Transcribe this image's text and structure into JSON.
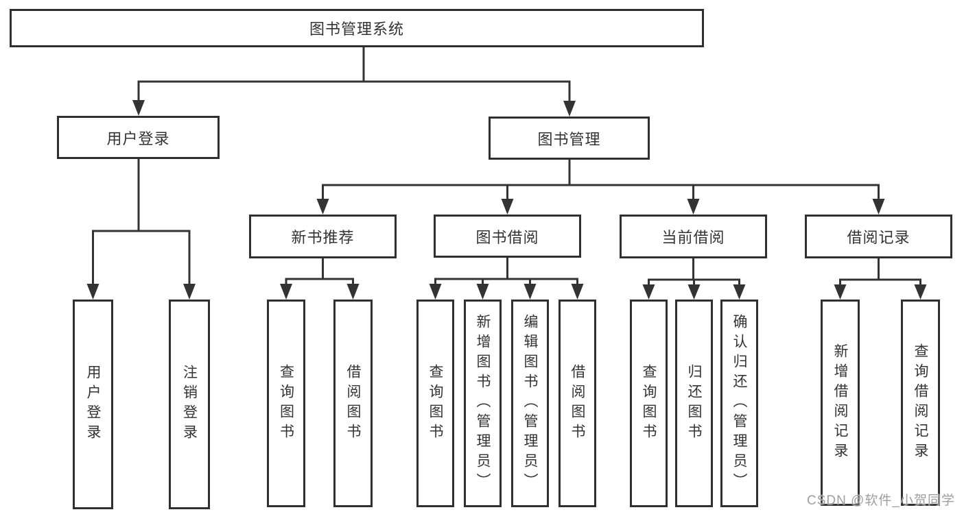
{
  "nodes": {
    "root": "图书管理系统",
    "user_login": "用户登录",
    "book_management": "图书管理",
    "new_book_recommend": "新书推荐",
    "book_borrowing": "图书借阅",
    "current_borrowing": "当前借阅",
    "borrowing_records": "借阅记录",
    "user_login_leaf": "用户登录",
    "logout_leaf": "注销登录",
    "recommend_query_books": "查询图书",
    "recommend_borrow_books": "借阅图书",
    "borrowing_query_books": "查询图书",
    "borrowing_add_books": "新增图书（管理员）",
    "borrowing_edit_books": "编辑图书（管理员）",
    "borrowing_borrow_books": "借阅图书",
    "current_query_books": "查询图书",
    "current_return_books": "归还图书",
    "current_confirm_return": "确认归还（管理员）",
    "records_add_record": "新增借阅记录",
    "records_query_record": "查询借阅记录"
  },
  "watermark": "CSDN @软件_小贺同学",
  "colors": {
    "line": "#333333",
    "box_border": "#2f2f2f",
    "text": "#333333",
    "watermark": "#9e9e9e",
    "background": "#ffffff"
  }
}
